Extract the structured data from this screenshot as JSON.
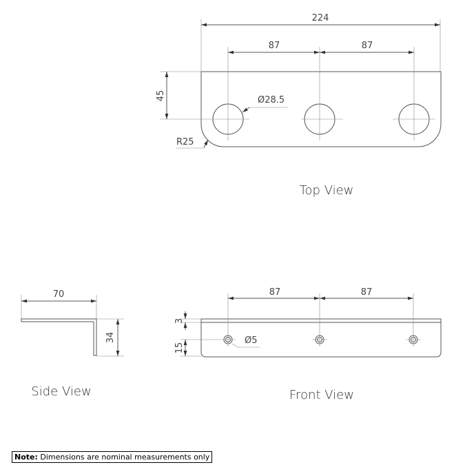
{
  "top_view": {
    "label": "Top View",
    "overall_width": "224",
    "hole_spacing_1": "87",
    "hole_spacing_2": "87",
    "depth": "45",
    "hole_diameter": "Ø28.5",
    "corner_radius": "R25"
  },
  "side_view": {
    "label": "Side View",
    "flange_width": "70",
    "height": "34"
  },
  "front_view": {
    "label": "Front View",
    "hole_spacing_1": "87",
    "hole_spacing_2": "87",
    "thickness": "3",
    "hole_height": "15",
    "hole_diameter": "Ø5"
  },
  "note": {
    "label": "Note:",
    "text": " Dimensions are nominal measurements only"
  }
}
